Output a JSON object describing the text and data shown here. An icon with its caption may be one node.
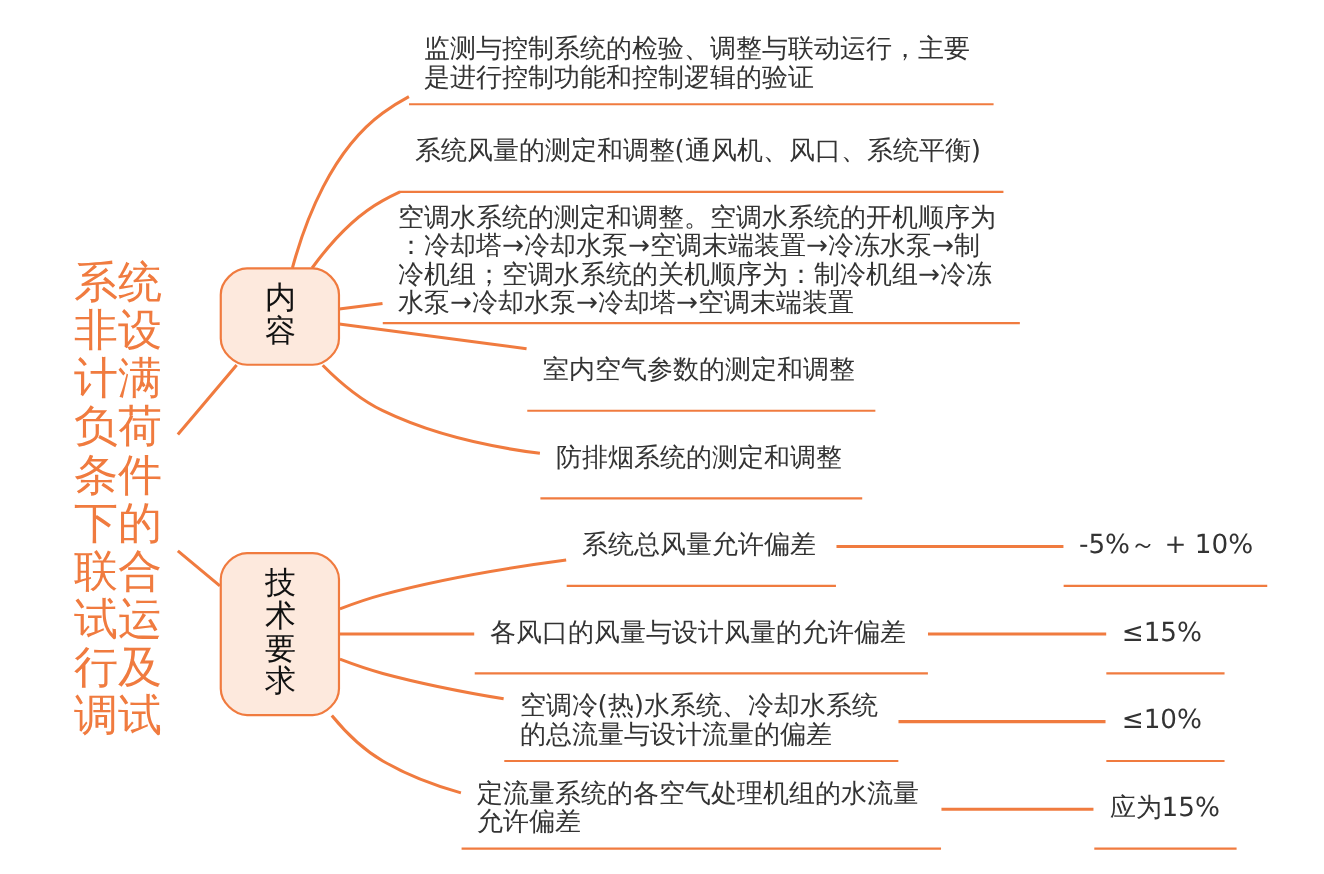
{
  "diagram": {
    "nodes": [
      {
        "text": [
          "系统非设计满负荷条件下的联合试运行及调试"
        ]
      },
      {
        "text": [
          "内容"
        ]
      },
      {
        "text": [
          "监测与控制系统的检验、调整与联动运行，主要是进行控制功能和控制逻辑的验证"
        ]
      },
      {
        "text": [
          "系统风量的测定和调整(通风机、风口、系统平衡)"
        ]
      },
      {
        "text": [
          "空调水系统的测定和调整。空调水系统的开机顺序为：冷却塔→冷却水泵→空调末端装置→冷冻水泵→制冷机组；空调水系统的关机顺序为：制冷机组→冷冻水泵→冷却水泵→冷却塔→空调末端装置"
        ]
      },
      {
        "text": [
          "室内空气参数的测定和调整"
        ]
      },
      {
        "text": [
          "防排烟系统的测定和调整"
        ]
      },
      {
        "text": [
          "技术要求"
        ]
      },
      {
        "text": [
          "系统总风量允许偏差"
        ]
      },
      {
        "text": [
          "-5%～ + 10%"
        ]
      },
      {
        "text": [
          "各风口的风量与设计风量的允许偏差"
        ]
      },
      {
        "text": [
          "≤15%"
        ]
      },
      {
        "text": [
          "空调冷(热)水系统、冷却水系统的总流量与设计流量的偏差"
        ]
      },
      {
        "text": [
          "≤10%"
        ]
      },
      {
        "text": [
          "定流量系统的各空气处理机组的水流量允许偏差"
        ]
      },
      {
        "text": [
          "应为15%"
        ]
      }
    ],
    "edges": [
      {
        "from": 0,
        "to": 1,
        "arrow": "none"
      },
      {
        "from": 0,
        "to": 7,
        "arrow": "none"
      },
      {
        "from": 1,
        "to": 2,
        "arrow": "none"
      },
      {
        "from": 1,
        "to": 3,
        "arrow": "none"
      },
      {
        "from": 1,
        "to": 4,
        "arrow": "none"
      },
      {
        "from": 1,
        "to": 5,
        "arrow": "none"
      },
      {
        "from": 1,
        "to": 6,
        "arrow": "none"
      },
      {
        "from": 7,
        "to": 8,
        "arrow": "none"
      },
      {
        "from": 8,
        "to": 9,
        "arrow": "none"
      },
      {
        "from": 7,
        "to": 10,
        "arrow": "none"
      },
      {
        "from": 10,
        "to": 11,
        "arrow": "none"
      },
      {
        "from": 7,
        "to": 12,
        "arrow": "none"
      },
      {
        "from": 12,
        "to": 13,
        "arrow": "none"
      },
      {
        "from": 7,
        "to": 14,
        "arrow": "none"
      },
      {
        "from": 14,
        "to": 15,
        "arrow": "none"
      }
    ]
  }
}
